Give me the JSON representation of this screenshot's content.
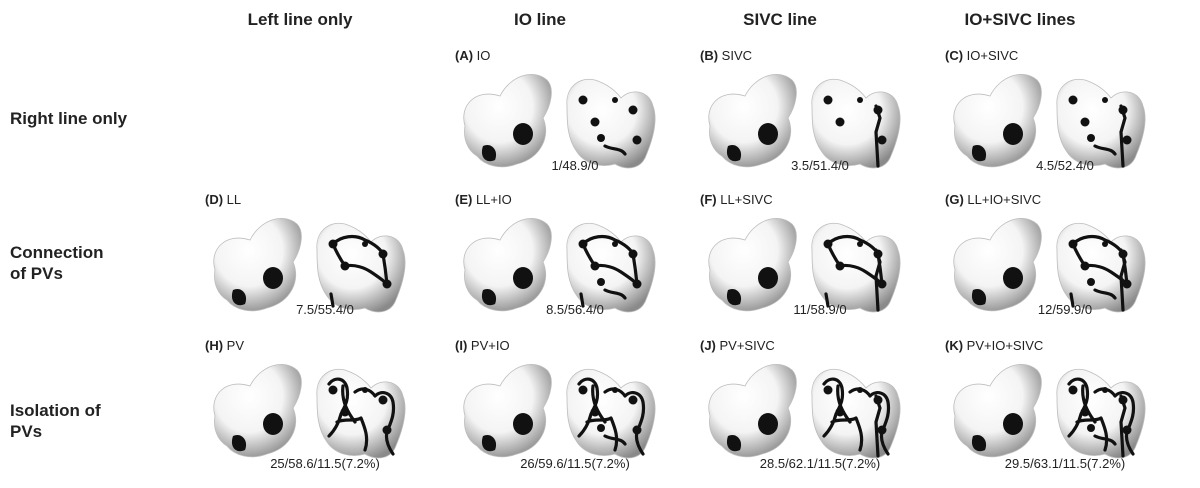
{
  "columns": [
    "Left line only",
    "IO line",
    "SIVC line",
    "IO+SIVC lines"
  ],
  "rows": [
    "Right line only",
    "Connection of PVs",
    "Isolation of PVs"
  ],
  "panels": [
    {
      "id": "A",
      "name": "IO",
      "metric": "1/48.9/0",
      "row": 0,
      "col": 1,
      "lines": {
        "io": true,
        "sivc": false,
        "ll": false,
        "pv": false
      }
    },
    {
      "id": "B",
      "name": "SIVC",
      "metric": "3.5/51.4/0",
      "row": 0,
      "col": 2,
      "lines": {
        "io": false,
        "sivc": true,
        "ll": false,
        "pv": false
      }
    },
    {
      "id": "C",
      "name": "IO+SIVC",
      "metric": "4.5/52.4/0",
      "row": 0,
      "col": 3,
      "lines": {
        "io": true,
        "sivc": true,
        "ll": false,
        "pv": false
      }
    },
    {
      "id": "D",
      "name": "LL",
      "metric": "7.5/55.4/0",
      "row": 1,
      "col": 0,
      "lines": {
        "io": false,
        "sivc": false,
        "ll": true,
        "pv": false
      }
    },
    {
      "id": "E",
      "name": "LL+IO",
      "metric": "8.5/56.4/0",
      "row": 1,
      "col": 1,
      "lines": {
        "io": true,
        "sivc": false,
        "ll": true,
        "pv": false
      }
    },
    {
      "id": "F",
      "name": "LL+SIVC",
      "metric": "11/58.9/0",
      "row": 1,
      "col": 2,
      "lines": {
        "io": false,
        "sivc": true,
        "ll": true,
        "pv": false
      }
    },
    {
      "id": "G",
      "name": "LL+IO+SIVC",
      "metric": "12/59.9/0",
      "row": 1,
      "col": 3,
      "lines": {
        "io": true,
        "sivc": true,
        "ll": true,
        "pv": false
      }
    },
    {
      "id": "H",
      "name": "PV",
      "metric": "25/58.6/11.5(7.2%)",
      "row": 2,
      "col": 0,
      "lines": {
        "io": false,
        "sivc": false,
        "ll": false,
        "pv": true
      }
    },
    {
      "id": "I",
      "name": "PV+IO",
      "metric": "26/59.6/11.5(7.2%)",
      "row": 2,
      "col": 1,
      "lines": {
        "io": true,
        "sivc": false,
        "ll": false,
        "pv": true
      }
    },
    {
      "id": "J",
      "name": "PV+SIVC",
      "metric": "28.5/62.1/11.5(7.2%)",
      "row": 2,
      "col": 2,
      "lines": {
        "io": false,
        "sivc": true,
        "ll": false,
        "pv": true
      }
    },
    {
      "id": "K",
      "name": "PV+IO+SIVC",
      "metric": "29.5/63.1/11.5(7.2%)",
      "row": 2,
      "col": 3,
      "lines": {
        "io": true,
        "sivc": true,
        "ll": false,
        "pv": true
      }
    }
  ],
  "colors": {
    "surface_light": "#f4f4f4",
    "surface_shade": "#8a8a8a",
    "lesion": "#111111"
  }
}
